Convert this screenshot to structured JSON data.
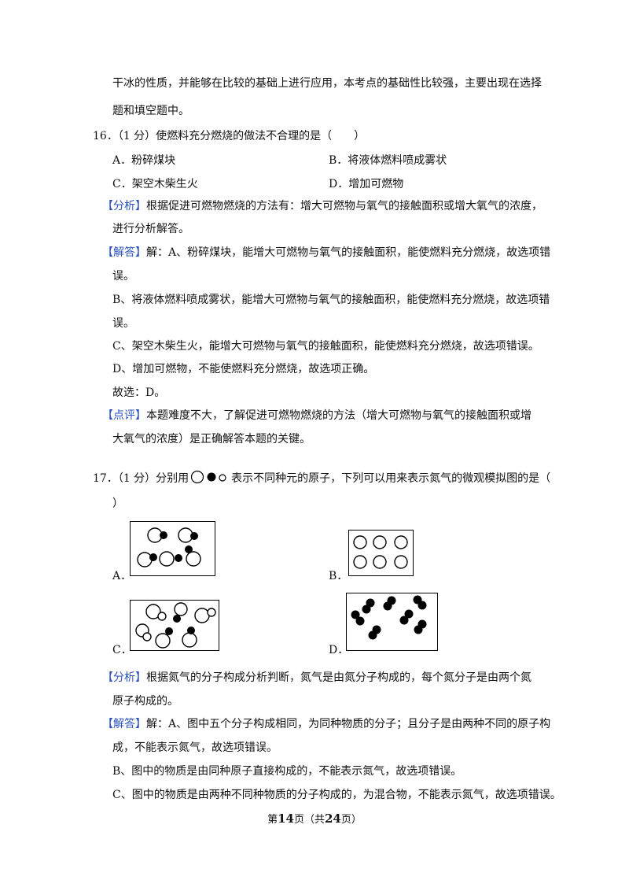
{
  "intro": {
    "line1": "干冰的性质，并能够在比较的基础上进行应用，本考点的基础性比较强，主要出现在选择",
    "line2": "题和填空题中。"
  },
  "q16": {
    "stem": "16．（1 分）使燃料充分燃烧的做法不合理的是（　　）",
    "options": {
      "a": "A．粉碎煤块",
      "b": "B．将液体燃料喷成雾状",
      "c": "C．架空木柴生火",
      "d": "D．增加可燃物"
    },
    "analysis_tag": "【分析】",
    "analysis_line1": "根据促进可燃物燃烧的方法有：增大可燃物与氧气的接触面积或增大氧气的浓度，",
    "analysis_line2": "进行分析解答。",
    "answer_tag": "【解答】",
    "answer_line1": "解：A、粉碎煤块，能增大可燃物与氧气的接触面积，能使燃料充分燃烧，故选项错",
    "answer_line2": "误。",
    "b_line1": "B、将液体燃料喷成雾状，能增大可燃物与氧气的接触面积，能使燃料充分燃烧，故选项错",
    "b_line2": "误。",
    "c_line": "C、架空木柴生火，能增大可燃物与氧气的接触面积，能使燃料充分燃烧，故选项错误。",
    "d_line": "D、增加可燃物，不能使燃料充分燃烧，故选项正确。",
    "choice": "故选：D。",
    "comment_tag": "【点评】",
    "comment_line1": "本题难度不大，了解促进可燃物燃烧的方法（增大可燃物与氧气的接触面积或增",
    "comment_line2": "大氧气的浓度）是正确解答本题的关键。"
  },
  "q17": {
    "stem_pre": "17．（1 分）分别用",
    "stem_post": "表示不同种元的原子，下列可以用来表示氮气的微观模拟图的是（",
    "stem_close": "）",
    "labels": {
      "a": "A．",
      "b": "B．",
      "c": "C．",
      "d": "D．"
    },
    "analysis_tag": "【分析】",
    "analysis_line1": "根据氮气的分子构成分析判断，氮气是由氮分子构成的，每个氮分子是由两个氮",
    "analysis_line2": "原子构成的。",
    "answer_tag": "【解答】",
    "answer_line1": "解：A、图中五个分子构成相同，为同种物质的分子；且分子是由两种不同的原子构",
    "answer_line2": "成，不能表示氮气，故选项错误。",
    "b_line": "B、图中的物质是由同种原子直接构成的，不能表示氮气，故选项错误。",
    "c_line": "C、图中的物质是由两种不同种物质的分子构成的，为混合物，不能表示氮气，故选项错误。"
  },
  "footer": {
    "pre": "第",
    "page": "14",
    "mid": "页（共",
    "total": "24",
    "post": "页）"
  }
}
